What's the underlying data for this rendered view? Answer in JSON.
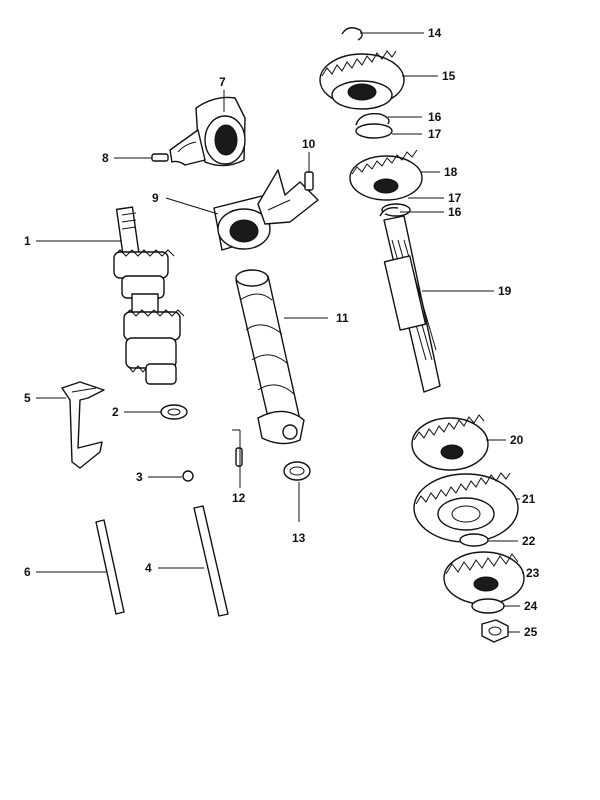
{
  "diagram": {
    "callouts": [
      "1",
      "2",
      "3",
      "4",
      "5",
      "6",
      "7",
      "8",
      "9",
      "10",
      "11",
      "12",
      "13",
      "14",
      "15",
      "16",
      "17",
      "18",
      "17",
      "16",
      "19",
      "20",
      "21",
      "22",
      "23",
      "24",
      "25"
    ]
  }
}
